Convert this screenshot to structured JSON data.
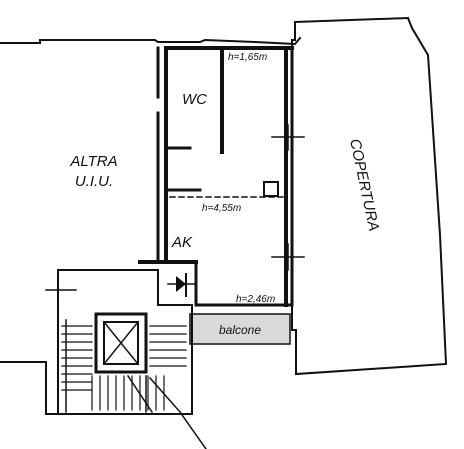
{
  "labels": {
    "altra_line1": "ALTRA",
    "altra_line2": "U.I.U.",
    "copertura": "COPERTURA",
    "wc": "WC",
    "ak": "AK",
    "balcone": "balcone",
    "h_wc": "h=1,65m",
    "h_main": "h=4,55m",
    "h_balcone": "h=2,46m"
  },
  "colors": {
    "line": "#111111",
    "balcony_fill": "#d9d9d9"
  }
}
